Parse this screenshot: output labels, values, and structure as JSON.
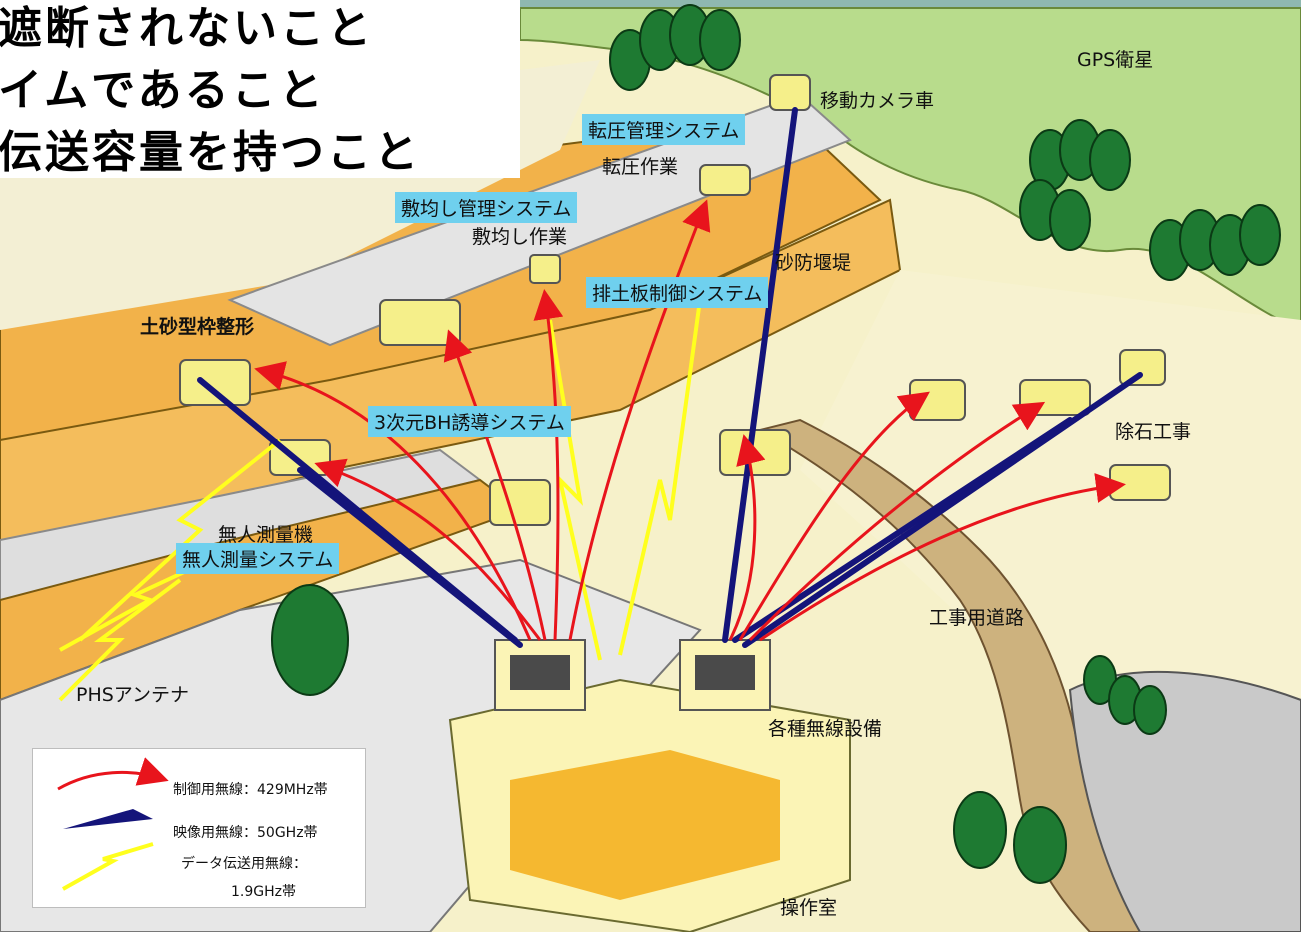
{
  "header": {
    "lines": [
      "遮断されないこと",
      "イムであること",
      "伝送容量を持つこと"
    ]
  },
  "labels": {
    "gps": "GPS衛星",
    "camera_car": "移動カメラ車",
    "compaction_work": "転圧作業",
    "spreading_work": "敷均し作業",
    "sabo_dam": "砂防堰堤",
    "soil_form": "土砂型枠整形",
    "boulder_removal": "除石工事",
    "survey_machine": "無人測量機",
    "road": "工事用道路",
    "phs_antenna": "PHSアンテナ",
    "radio_equipment": "各種無線設備",
    "control_room": "操作室"
  },
  "systems": {
    "compaction": "転圧管理システム",
    "spreading": "敷均し管理システム",
    "blade": "排土板制御システム",
    "bh3d": "3次元BH誘導システム",
    "survey": "無人測量システム"
  },
  "legend": {
    "control": "制御用無線：429MHz帯",
    "video": "映像用無線：50GHz帯",
    "data_line1": "データ伝送用無線：",
    "data_line2": "1.9GHz帯"
  },
  "colors": {
    "control_arrow": "#e8141c",
    "video_arrow": "#14147a",
    "data_bolt": "#ffff1e",
    "label_bg": "#6fd0ee",
    "terrain": "#f5f0c8",
    "slope": "#f0b848",
    "forest": "#1e7a32",
    "hill": "#b5d989",
    "machine": "#f5ef8a"
  }
}
